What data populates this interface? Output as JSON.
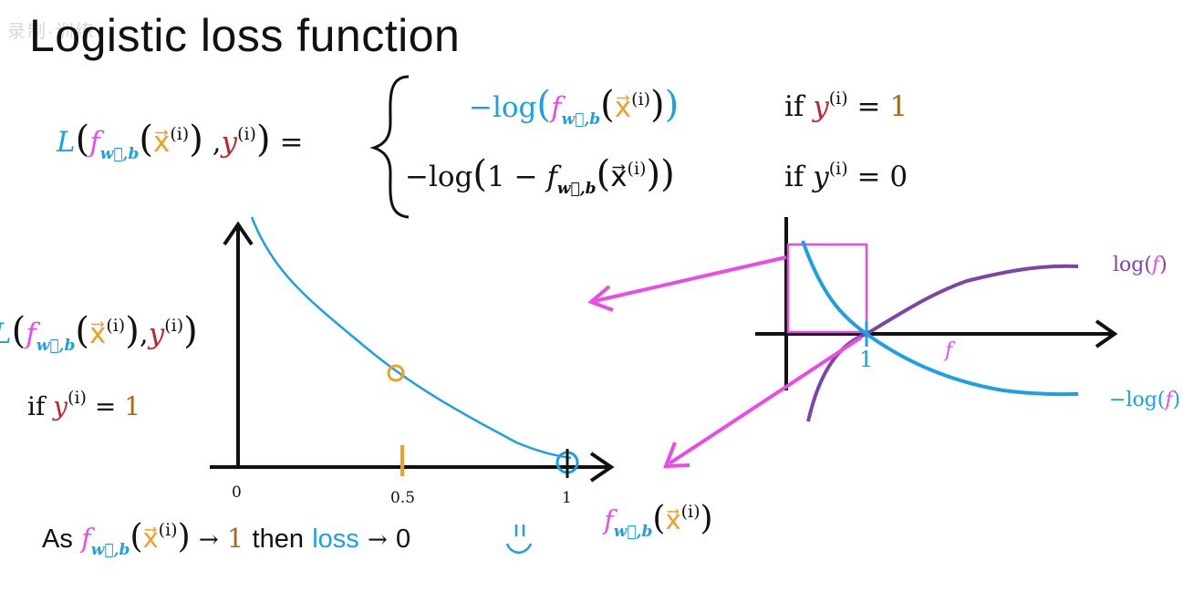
{
  "watermark": "录制·训练",
  "title": "Logistic loss function",
  "equation": {
    "lhs_L": "L",
    "f": "f",
    "sub_wb": "w⃗,b",
    "x": "x⃗",
    "sup_i": "(i)",
    "y": "y",
    "comma": ",",
    "equals": "=",
    "case1_expr_log": "−log",
    "case2_expr_log": "−log",
    "case2_one_minus": "1 −",
    "if": "if",
    "one": "1",
    "zero": "0"
  },
  "left_plot": {
    "ylabel_L": "L",
    "condition_if": "if",
    "condition_y": "y",
    "condition_sup": "(i)",
    "condition_eq": "=",
    "condition_val": "1",
    "tick_labels": [
      "0",
      "0.5",
      "1"
    ]
  },
  "bottom_note": {
    "as": "As",
    "arrow": "→",
    "one": "1",
    "then": "then",
    "loss": "loss",
    "arrow2": "→",
    "zero": "0"
  },
  "right_plot": {
    "label_log_f": "log(",
    "label_log_f_var": "f",
    "label_log_f_close": ")",
    "label_neg_log_f": "−log(",
    "label_neg_log_f_var": "f",
    "label_neg_log_f_close": ")",
    "label_f": "f",
    "tick_one": "1",
    "f_var_label": "f"
  },
  "colors": {
    "blue": "#1ba0e6",
    "pink": "#e94be6",
    "orange": "#f0a024",
    "purple": "#7c44a8",
    "red": "#b9262e",
    "brown": "#a56a1b"
  }
}
